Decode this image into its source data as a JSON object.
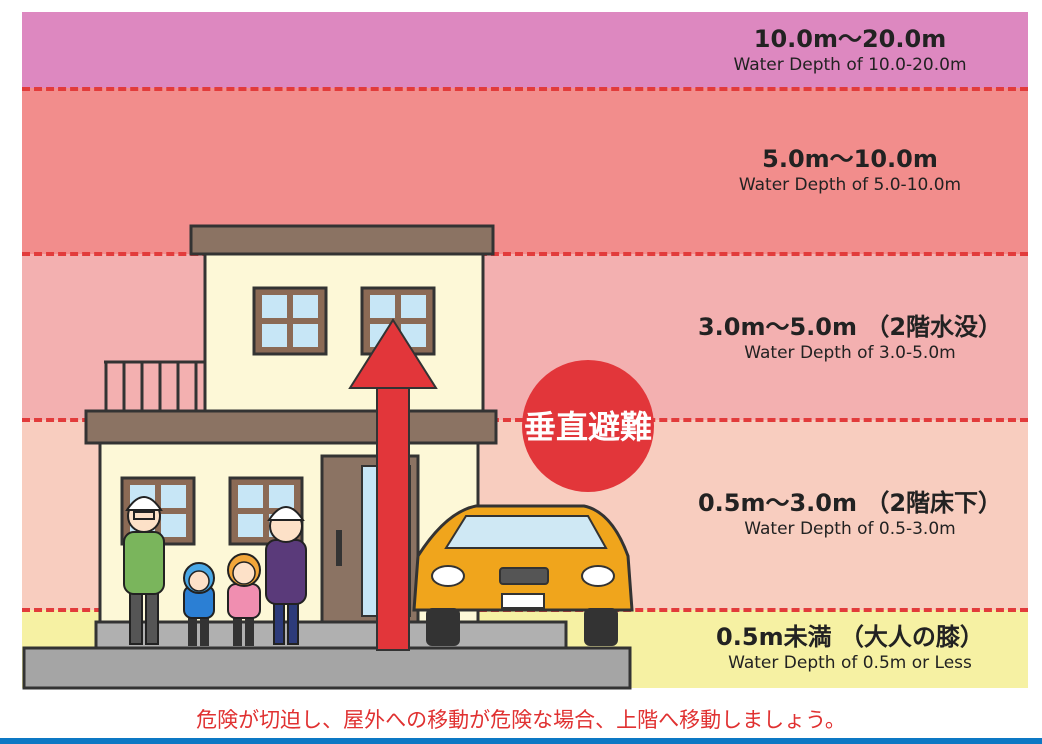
{
  "bands": [
    {
      "range": "10.0m〜20.0m",
      "desc": "Water Depth of 10.0-20.0m",
      "color": "#dd88c0"
    },
    {
      "range": "5.0m〜10.0m",
      "desc": "Water Depth of 5.0-10.0m",
      "color": "#f28d8c"
    },
    {
      "range": "3.0m〜5.0m （2階水没）",
      "desc": "Water Depth of 3.0-5.0m",
      "color": "#f3b0b0"
    },
    {
      "range": "0.5m〜3.0m （2階床下）",
      "desc": "Water Depth of 0.5-3.0m",
      "color": "#f8cdbf"
    },
    {
      "range": "0.5m未満 （大人の膝）",
      "desc": "Water Depth of 0.5m or Less",
      "color": "#f6f1a3"
    }
  ],
  "badge_label": "垂直避難",
  "caption": "危険が切迫し、屋外への移動が危険な場合、上階へ移動しましょう。",
  "colors": {
    "dash": "#e23b3b",
    "arrow": "#e2363a",
    "house_wall": "#fdf8d7",
    "roof": "#8b7363",
    "car": "#f0a51c",
    "caption": "#e03131",
    "footer_line": "#0d78c4"
  }
}
